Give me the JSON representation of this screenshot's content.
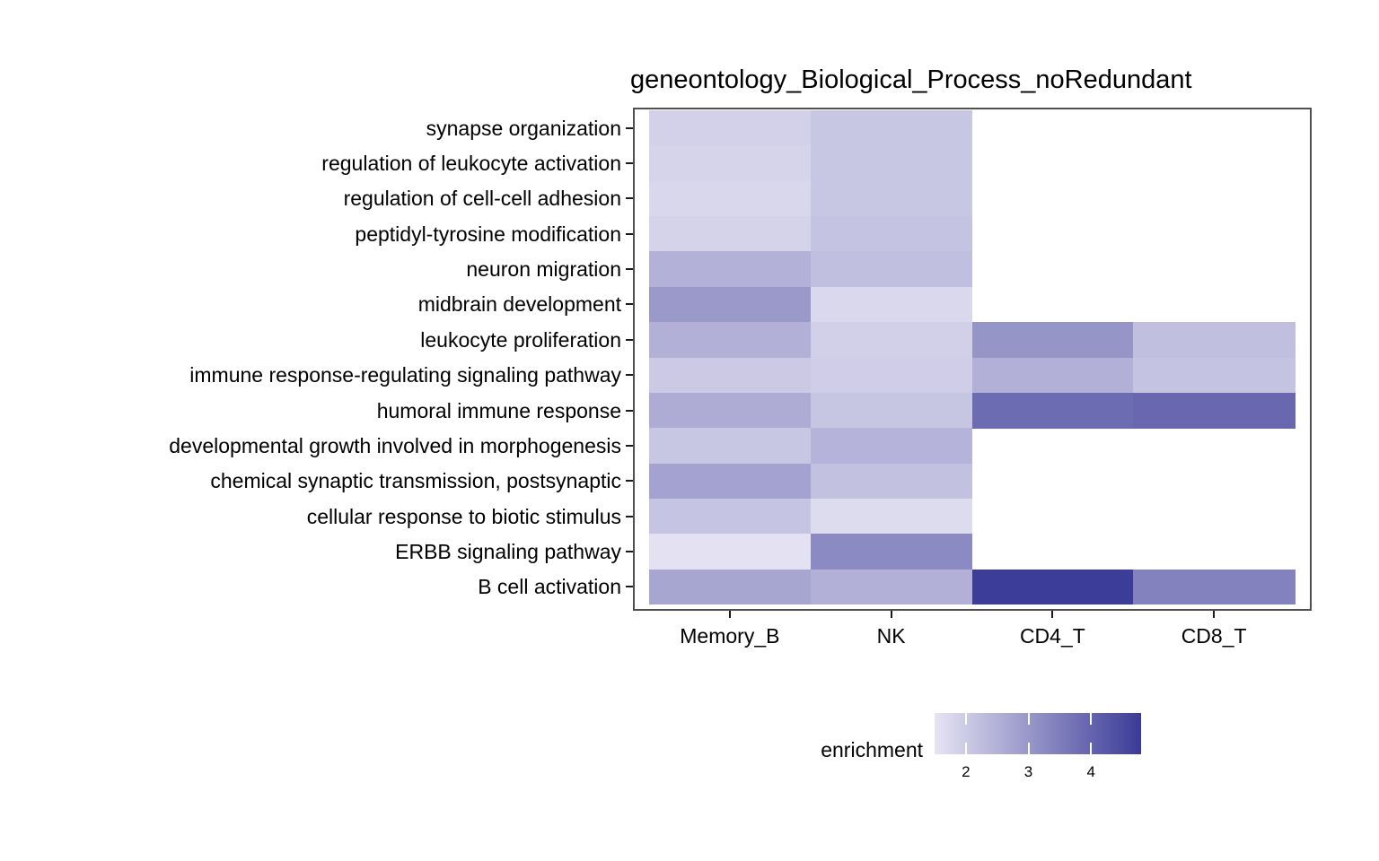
{
  "chart_data": {
    "type": "heatmap",
    "title": "geneontology_Biological_Process_noRedundant",
    "legend_title": "enrichment",
    "legend_position": "bottom",
    "columns": [
      "Memory_B",
      "NK",
      "CD4_T",
      "CD8_T"
    ],
    "rows": [
      "synapse organization",
      "regulation of leukocyte activation",
      "regulation of cell-cell adhesion",
      "peptidyl-tyrosine modification",
      "neuron migration",
      "midbrain development",
      "leukocyte proliferation",
      "immune response-regulating signaling pathway",
      "humoral immune response",
      "developmental growth involved in morphogenesis",
      "chemical synaptic transmission, postsynaptic",
      "cellular response to biotic stimulus",
      "ERBB signaling pathway",
      "B cell activation"
    ],
    "values": [
      [
        1.88,
        2.07,
        null,
        null
      ],
      [
        1.81,
        2.07,
        null,
        null
      ],
      [
        1.75,
        2.07,
        null,
        null
      ],
      [
        1.84,
        2.15,
        null,
        null
      ],
      [
        2.49,
        2.22,
        null,
        null
      ],
      [
        2.97,
        1.73,
        null,
        null
      ],
      [
        2.51,
        1.9,
        3.05,
        2.22
      ],
      [
        2.03,
        1.94,
        2.51,
        2.15
      ],
      [
        2.59,
        2.11,
        3.85,
        3.94
      ],
      [
        2.07,
        2.45,
        null,
        null
      ],
      [
        2.78,
        2.19,
        null,
        null
      ],
      [
        2.13,
        1.67,
        null,
        null
      ],
      [
        1.55,
        3.26,
        null,
        null
      ],
      [
        2.72,
        2.51,
        4.78,
        3.41
      ]
    ],
    "value_scale": {
      "min": 1.5,
      "max": 4.8,
      "ticks": [
        2,
        3,
        4
      ],
      "min_color": "#E6E4F3",
      "max_color": "#3B3B98",
      "na_color": "#FFFFFF"
    }
  },
  "colors": {
    "panel_border": "#4f4f4f",
    "axis_tick": "#1a1a1a",
    "text": "#000000",
    "background": "#FFFFFF"
  }
}
